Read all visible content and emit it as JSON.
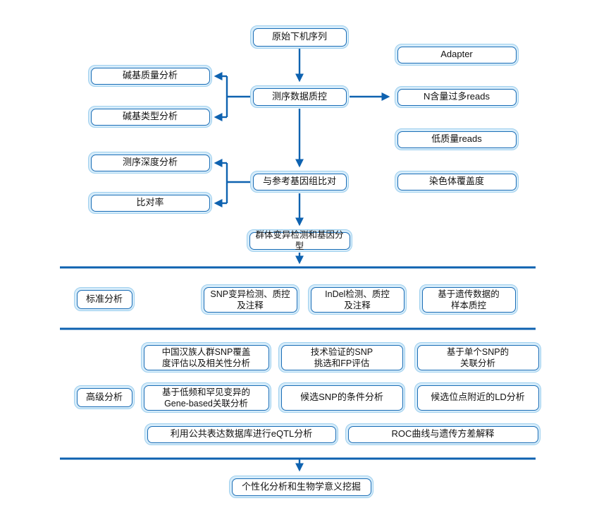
{
  "colors": {
    "arrow": "#0e62b0",
    "divider": "#0e62b0",
    "box_border": "#1a6db6",
    "box_outer_border": "#9fd0ee",
    "box_band": "#d6ecfa"
  },
  "diagram": {
    "nodes": {
      "raw": "原始下机序列",
      "adapter": "Adapter",
      "qc": "测序数据质控",
      "n_reads": "N含量过多reads",
      "base_quality": "碱基质量分析",
      "base_type": "碱基类型分析",
      "low_quality": "低质量reads",
      "depth": "测序深度分析",
      "chromosome": "染色体覆盖度",
      "mapping_rate": "比对率",
      "align": "与参考基因组比对",
      "variant": "群体变异检测和基因分型",
      "standard_label": "标准分析",
      "snp": "SNP变异检测、质控\n及注释",
      "indel": "InDel检测、质控\n及注释",
      "sample_qc": "基于遗传数据的\n样本质控",
      "han_snp": "中国汉族人群SNP覆盖\n度评估以及相关性分析",
      "tech_snp": "技术验证的SNP\n挑选和FP评估",
      "single_snp": "基于单个SNP的\n关联分析",
      "advanced_label": "高级分析",
      "gene_based": "基于低频和罕见变异的\nGene-based关联分析",
      "conditional_snp": "候选SNP的条件分析",
      "ld": "候选位点附近的LD分析",
      "eqtl": "利用公共表达数据库进行eQTL分析",
      "roc": "ROC曲线与遗传方差解释",
      "final": "个性化分析和生物学意义挖掘"
    }
  }
}
